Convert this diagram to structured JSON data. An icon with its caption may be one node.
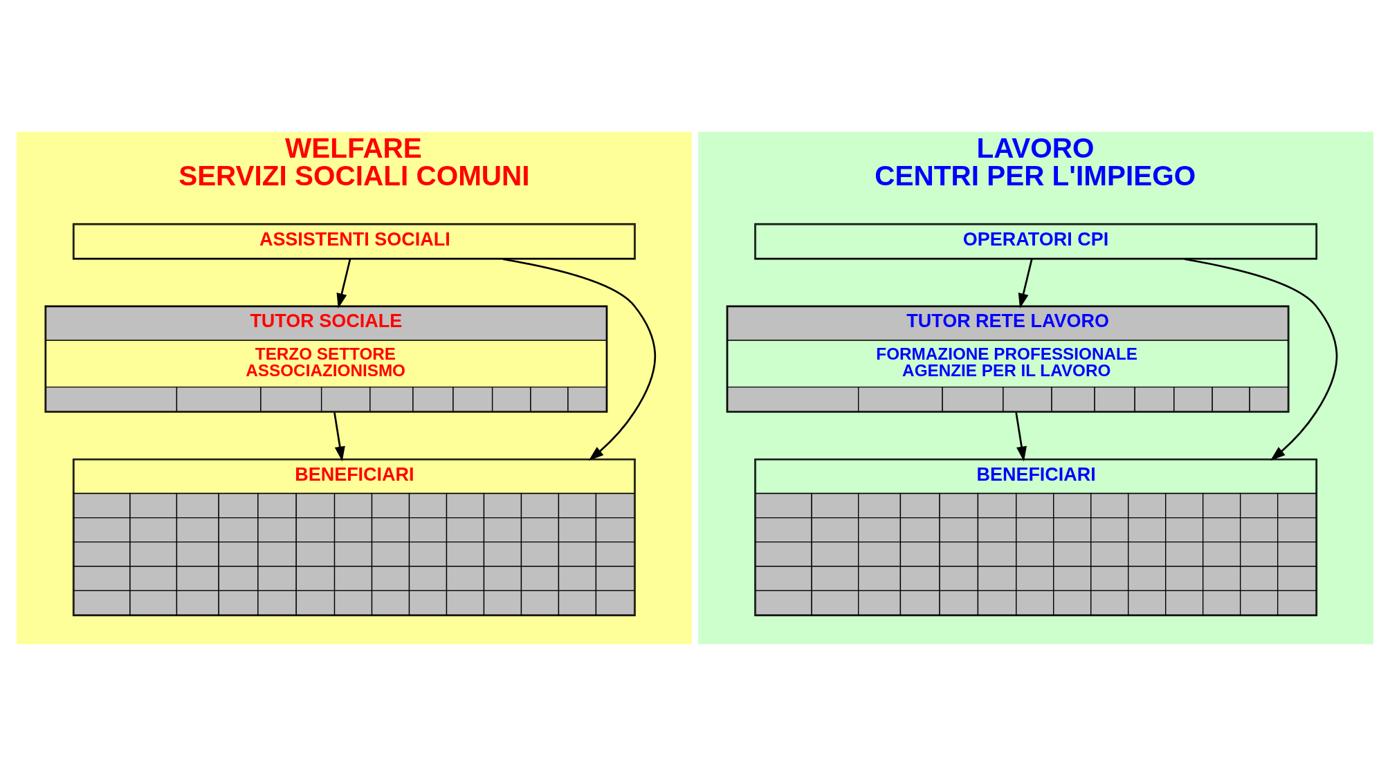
{
  "diagram": {
    "nodes": [
      {
        "text": [
          "WELFARE",
          "SERVIZI SOCIALI COMUNI"
        ]
      },
      {
        "text": [
          "ASSISTENTI SOCIALI"
        ],
        "in": 0
      },
      {
        "text": [
          "TUTOR SOCIALE",
          "TERZO SETTORE",
          "ASSOCIAZIONISMO"
        ],
        "in": 0
      },
      {
        "text": [
          "BENEFICIARI"
        ],
        "in": 0
      },
      {
        "text": [
          "LAVORO",
          "CENTRI PER L'IMPIEGO"
        ]
      },
      {
        "text": [
          "OPERATORI CPI"
        ],
        "in": 4
      },
      {
        "text": [
          "TUTOR RETE LAVORO",
          "FORMAZIONE PROFESSIONALE",
          "AGENZIE PER IL LAVORO"
        ],
        "in": 4
      },
      {
        "text": [
          "BENEFICIARI"
        ],
        "in": 4
      }
    ],
    "edges": [
      {
        "from": 1,
        "to": 3,
        "arrow": "to"
      },
      {
        "from": 1,
        "to": 2,
        "arrow": "to"
      },
      {
        "from": 2,
        "to": 3,
        "arrow": "to"
      },
      {
        "from": 5,
        "to": 7,
        "arrow": "to"
      },
      {
        "from": 5,
        "to": 6,
        "arrow": "to"
      },
      {
        "from": 6,
        "to": 7,
        "arrow": "to"
      }
    ]
  }
}
